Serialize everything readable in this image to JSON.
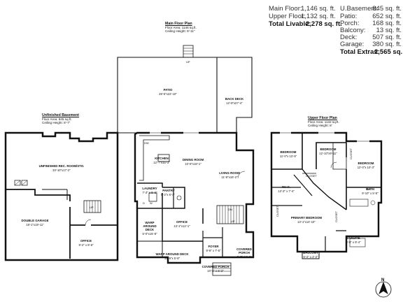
{
  "areas": {
    "left": [
      {
        "label": "Main Floor:",
        "value": "1,146 sq. ft."
      },
      {
        "label": "Upper Floor:",
        "value": "1,132 sq. ft."
      }
    ],
    "left_total": {
      "label": "Total Livable:",
      "value": "2,278 sq. ft."
    },
    "right": [
      {
        "label": "U.Basement:",
        "value": "845 sq. ft."
      },
      {
        "label": "Patio:",
        "value": "652 sq. ft."
      },
      {
        "label": "Porch:",
        "value": "168 sq. ft."
      },
      {
        "label": "Balcony:",
        "value": "13 sq. ft."
      },
      {
        "label": "Deck:",
        "value": "507 sq. ft."
      },
      {
        "label": "Garage:",
        "value": "380 sq. ft."
      }
    ],
    "right_total": {
      "label": "Total Extras:",
      "value": "2,565 sq. ft."
    }
  },
  "main_floor": {
    "title": "Main Floor Plan",
    "floor_area": "Floor Area: 1146 sq.ft.",
    "ceiling": "Ceiling Height: 9'-11\"",
    "rooms": {
      "patio": {
        "name": "PATIO",
        "dim": "28'-6\"x22'-10\""
      },
      "back_deck": {
        "name": "BACK DECK",
        "dim": "12'-9\"x27'-4\""
      },
      "kitchen": {
        "name": "KITCHEN",
        "dim": "12'-7\"x15'-3\""
      },
      "dining": {
        "name": "DINING ROOM",
        "dim": "10'-9\"x18'-1\""
      },
      "living": {
        "name": "LIVING ROOM",
        "dim": "11'-8\"x16'-2\""
      },
      "laundry": {
        "name": "LAUNDRY",
        "dim": "7'-3\" x 5'-6\""
      },
      "pantry": {
        "name": "PANTRY",
        "dim": "5'-2\"x 6'-4\""
      },
      "office": {
        "name": "OFFICE",
        "dim": "13'-1\"x12'-1\""
      },
      "warp_deck": {
        "name": "WARP\nAROUND\nDECK",
        "dim": "5'-0\"x15'-8\""
      },
      "warp_deck2": {
        "name": "WARP AROUND DECK",
        "dim": "14'-6\"x 5'-8\""
      },
      "foyer": {
        "name": "FOYER",
        "dim": "9'-8\" x 7'-5\""
      },
      "covered_porch": {
        "name": "COVERED\nPORCH",
        "dim": "6'-7\"x14'-3\""
      },
      "covered_porch2": {
        "name": "COVERED PORCH",
        "dim": "10'-6\" x 6'-2\""
      }
    },
    "misc": {
      "up": "UP",
      "dn": "DN",
      "dw": "DW",
      "w": "W",
      "d": "D"
    }
  },
  "basement": {
    "title": "Unfinished Basement",
    "floor_area": "Floor Area: 845 sq.ft.",
    "ceiling": "Ceiling Height: 8'-7\"",
    "rooms": {
      "rec": {
        "name": "UNFINISHED REC. ROOM/STO.",
        "dim": "33'-10\"x17'-2\""
      },
      "garage": {
        "name": "DOUBLE GARAGE",
        "dim": "18'-1\"x19'-11\""
      },
      "office": {
        "name": "OFFICE",
        "dim": "9'-2\" x 8'-6\""
      }
    },
    "up": "UP"
  },
  "upper_floor": {
    "title": "Upper Floor Plan",
    "floor_area": "Floor Area: 1132 sq.ft.",
    "ceiling": "Ceiling Height: 8'",
    "rooms": {
      "bed1": {
        "name": "BEDROOM",
        "dim": "11'-0\"x 13'-5\""
      },
      "bed2": {
        "name": "BEDROOM",
        "dim": "12'-10\"x9'-11\""
      },
      "bed3": {
        "name": "BEDROOM",
        "dim": "12'-0\"x 10'-3\""
      },
      "wic": {
        "name": "W.I.C.",
        "dim": "13'-3\" x 7'-4\""
      },
      "bath": {
        "name": "BATH",
        "dim": "9'-10\" x 5'-5\""
      },
      "primary": {
        "name": "PRIMARY BEDROOM",
        "dim": "13'-1\"x14'-10\""
      },
      "ensuite": {
        "name": "ENSUITE",
        "dim": "9'-8\" x 9'-4\""
      },
      "balcony": {
        "name": "BALCONY",
        "dim": "6'-2\" x 2'-2\""
      }
    },
    "closet": "CLOSET",
    "dn": "DN"
  },
  "north": "N"
}
